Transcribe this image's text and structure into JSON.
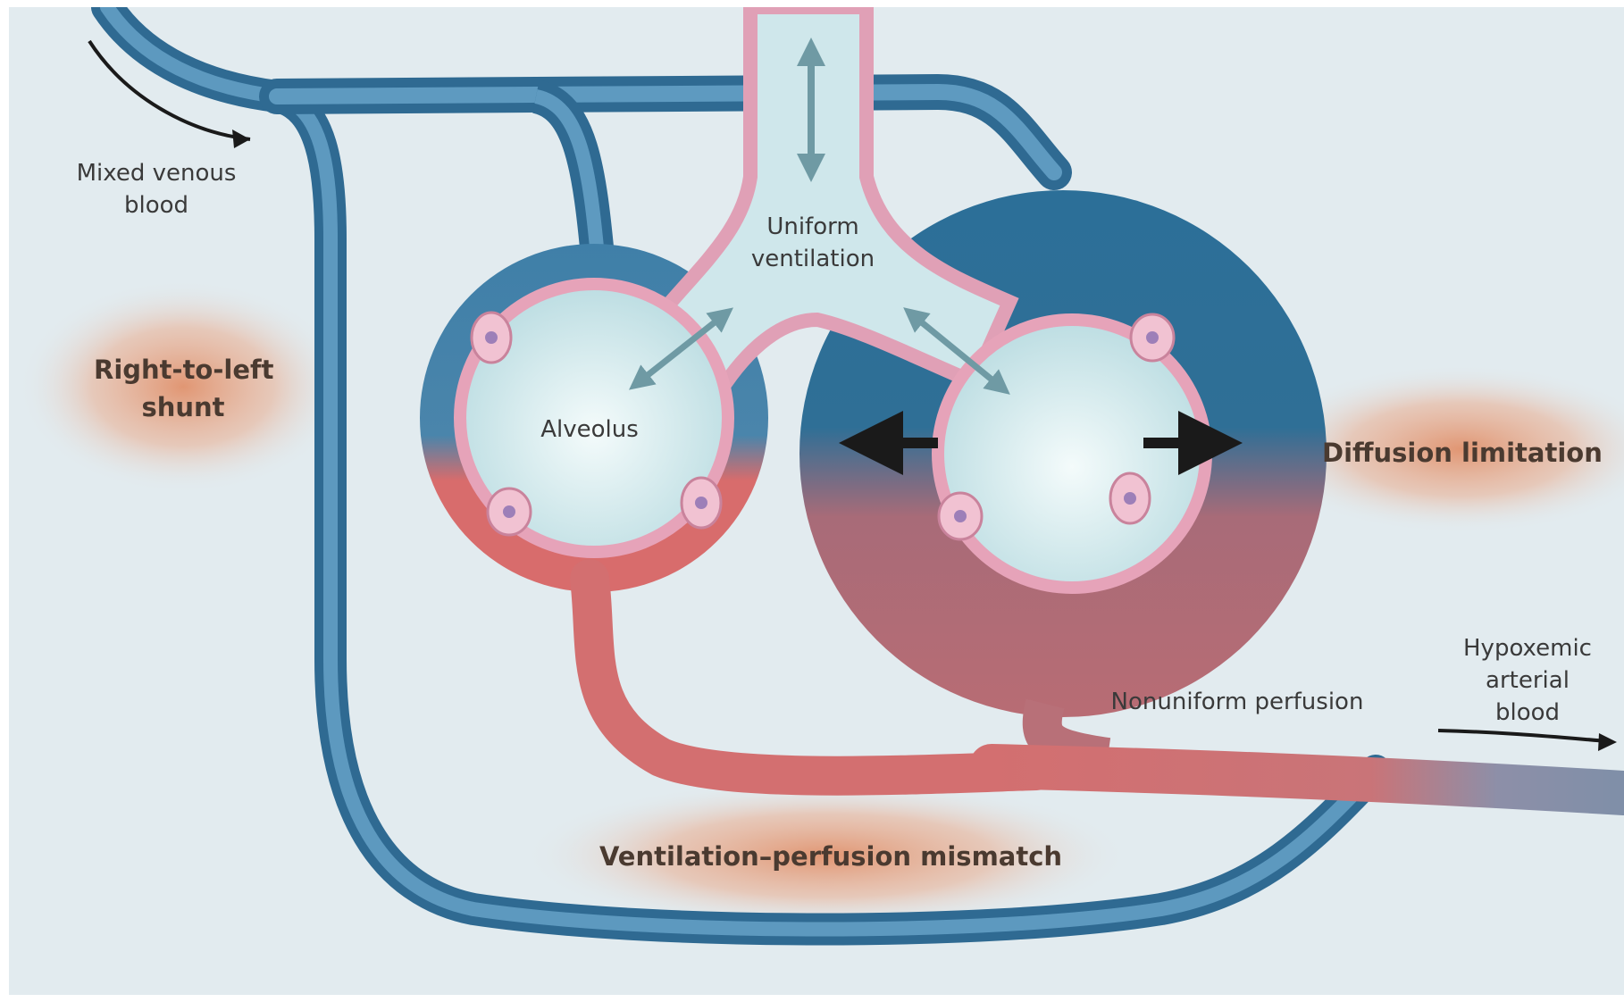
{
  "labels": {
    "mixed_venous_line1": "Mixed venous",
    "mixed_venous_line2": "blood",
    "right_to_left_line1": "Right-to-left",
    "right_to_left_line2": "shunt",
    "uniform_line1": "Uniform",
    "uniform_line2": "ventilation",
    "alveolus": "Alveolus",
    "diffusion_limitation": "Diffusion limitation",
    "nonuniform_perfusion": "Nonuniform perfusion",
    "hypoxemic_line1": "Hypoxemic",
    "hypoxemic_line2": "arterial",
    "hypoxemic_line3": "blood",
    "vq_mismatch": "Ventilation–perfusion mismatch"
  },
  "colors": {
    "background": "#e2ebef",
    "venous_blue": "#3f7fa8",
    "arterial_red": "#d86c6c",
    "hypoxemic_gray": "#7f8fa8",
    "alveolus_fill": "#d7ecef",
    "epithelium_pink": "#e8a8bc",
    "highlight_glow": "#e07a4a"
  }
}
